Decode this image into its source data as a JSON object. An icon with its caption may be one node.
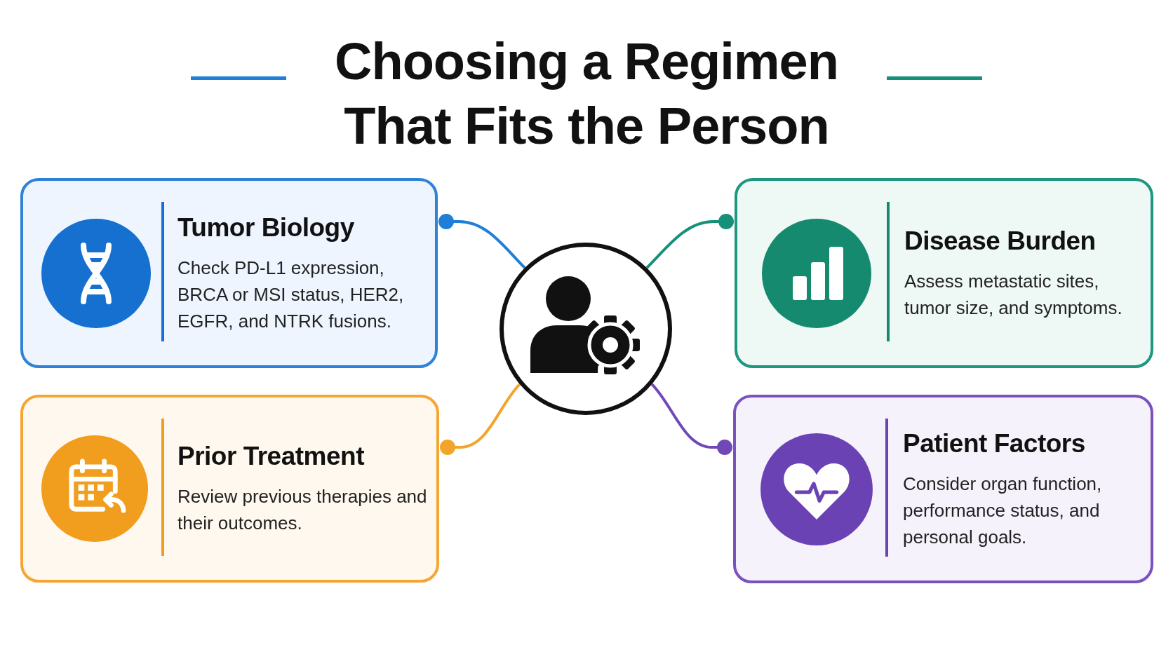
{
  "diagram": {
    "title": "Choosing a Regimen That Fits the Person",
    "nodes": [
      {
        "text": [],
        "shape": "circle"
      },
      {
        "text": [
          "Tumor Biology",
          "Check PD-L1 expression, BRCA or MSI status, HER2, EGFR, and NTRK fusions."
        ]
      },
      {
        "text": [
          "Prior Treatment",
          "Review previous therapies and their outcomes."
        ]
      },
      {
        "text": [
          "Disease Burden",
          "Assess metastatic sites, tumor size, and symptoms."
        ]
      },
      {
        "text": [
          "Patient Factors",
          "Consider organ function, performance status, and personal goals."
        ]
      }
    ],
    "edges": [
      {
        "from": 1,
        "to": 0,
        "arrow": "other",
        "color": "#1f7fd8"
      },
      {
        "from": 2,
        "to": 0,
        "arrow": "other",
        "color": "#f2a52a"
      },
      {
        "from": 3,
        "to": 0,
        "arrow": "other",
        "color": "#17907a"
      },
      {
        "from": 4,
        "to": 0,
        "arrow": "other",
        "color": "#7048b8"
      }
    ]
  }
}
